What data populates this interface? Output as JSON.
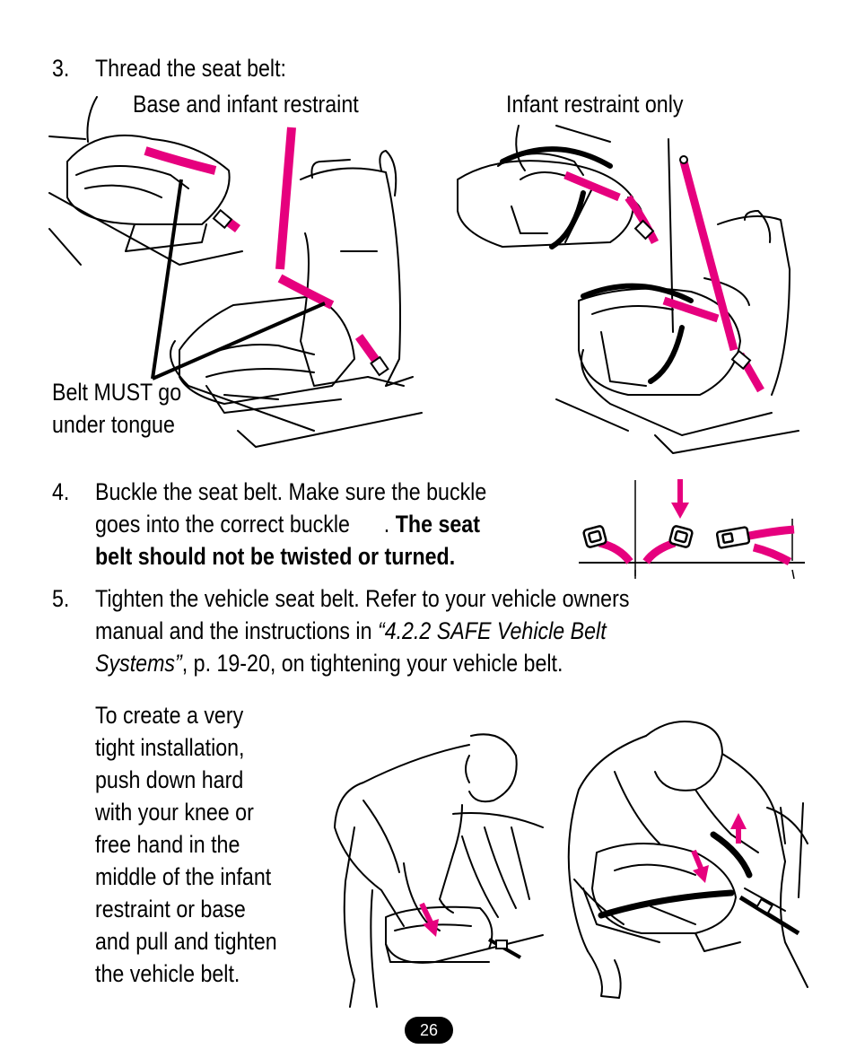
{
  "step3": {
    "number": "3.",
    "title": "Thread the seat belt:",
    "label_base": "Base and infant restraint",
    "label_infant": "Infant restraint only",
    "callout_line1": "Belt MUST go",
    "callout_line2": "under tongue"
  },
  "step4": {
    "number": "4.",
    "line1": "Buckle the seat belt. Make sure the buckle",
    "line2_plain": "goes into the correct buckle",
    "line2_period": ".",
    "line2_bold": "The seat",
    "line3_bold": "belt should not be twisted or turned."
  },
  "step5": {
    "number": "5.",
    "line1": "Tighten the vehicle seat belt. Refer to your vehicle owners",
    "line2_plain": "manual and the instructions in",
    "line2_italic": "“4.2.2 SAFE Vehicle Belt",
    "line3_italic": "Systems”",
    "line3_plain": ", p. 19-20, on tightening your vehicle belt."
  },
  "tip": {
    "lines": [
      "To create a very",
      "tight installation,",
      "push down hard",
      "with your knee or",
      "free hand in the",
      "middle of the infant",
      "restraint or base",
      "and pull and tighten",
      "the vehicle belt."
    ]
  },
  "page_number": "26",
  "colors": {
    "belt": "#E6007E",
    "ink": "#000000"
  }
}
